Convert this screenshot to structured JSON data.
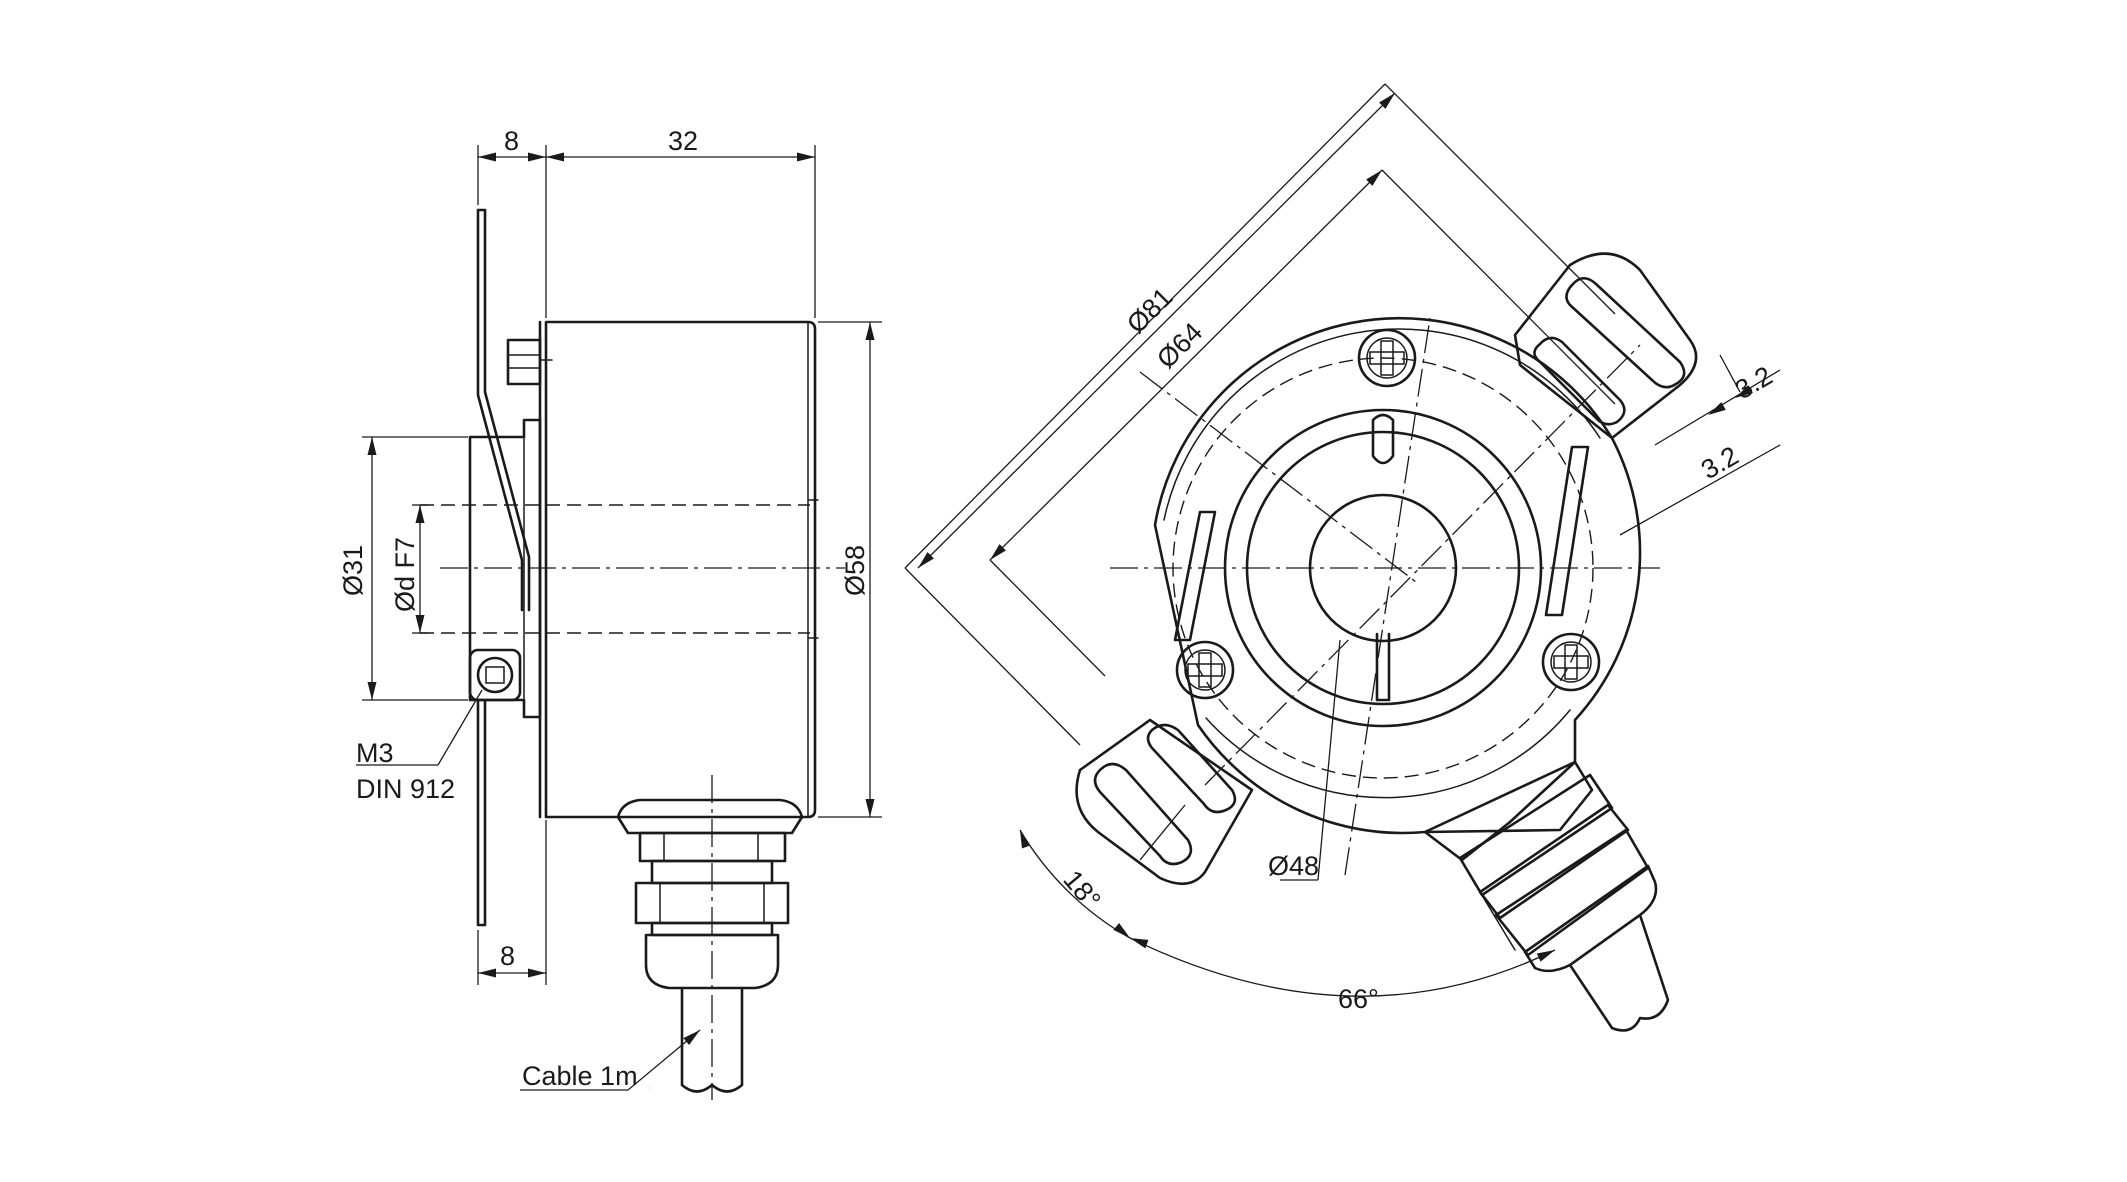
{
  "side_view": {
    "dim_8_top": "8",
    "dim_32": "32",
    "dim_8_bottom": "8",
    "dim_d31": "Ø31",
    "dim_dF7": "Ød F7",
    "dim_d58": "Ø58",
    "screw_label_1": "M3",
    "screw_label_2": "DIN 912",
    "cable_label": "Cable 1m"
  },
  "front_view": {
    "dim_d81": "Ø81",
    "dim_d64": "Ø64",
    "dim_d48": "Ø48",
    "dim_3_2_a": "3.2",
    "dim_3_2_b": "3.2",
    "angle_18": "18°",
    "angle_66": "66°"
  }
}
